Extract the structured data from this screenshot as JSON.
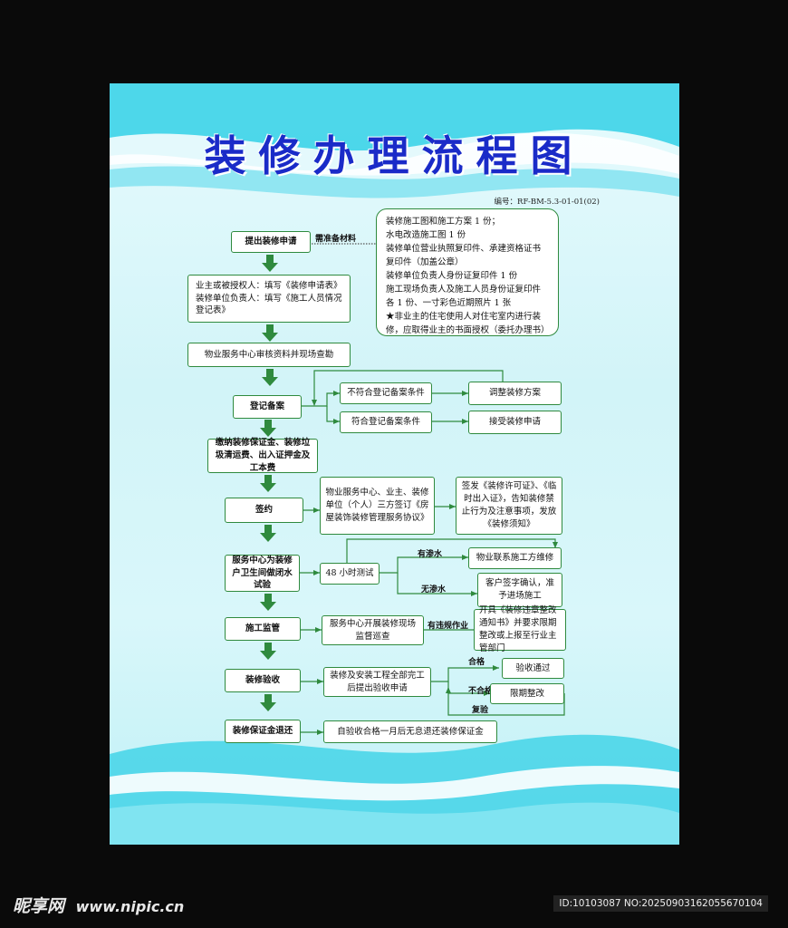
{
  "poster": {
    "title": "装修办理流程图",
    "code": "编号：RF-BM-5.3-01-01(02)"
  },
  "steps": [
    {
      "label": "提出装修申请"
    },
    {
      "label": "业主或被授权人：填写《装修申请表》 装修单位负责人：填写《施工人员情况登记表》"
    },
    {
      "label": "物业服务中心审核资料并现场查勘"
    },
    {
      "label": "登记备案"
    },
    {
      "label": "缴纳装修保证金、装修垃圾清运费、出入证押金及工本费"
    },
    {
      "label": "签约"
    },
    {
      "label": "服务中心为装修户卫生间做闭水试验"
    },
    {
      "label": "施工监管"
    },
    {
      "label": "装修验收"
    },
    {
      "label": "装修保证金退还"
    }
  ],
  "materials": {
    "label": "需准备材料",
    "lines": [
      "装修施工图和施工方案 1 份；",
      "水电改造施工图 1 份",
      "装修单位营业执照复印件、承建资格证书复印件（加盖公章）",
      "装修单位负责人身份证复印件 1 份",
      "施工现场负责人及施工人员身份证复印件各 1 份、一寸彩色近期照片 1 张",
      "★非业主的住宅使用人对住宅室内进行装修，应取得业主的书面授权（委托办理书）"
    ]
  },
  "registration": {
    "fail": "不符合登记备案条件",
    "fail_action": "调整装修方案",
    "pass": "符合登记备案条件",
    "pass_action": "接受装修申请"
  },
  "contract": {
    "parties": "物业服务中心、业主、装修单位（个人）三方签订《房屋装饰装修管理服务协议》",
    "issue": "签发《装修许可证》、《临时出入证》，告知装修禁止行为及注意事项，发放《装修须知》"
  },
  "water_test": {
    "test": "48 小时测试",
    "leak_label": "有渗水",
    "leak_action": "物业联系施工方维修",
    "noleak_label": "无渗水",
    "noleak_action": "客户签字确认，准予进场施工"
  },
  "supervision": {
    "patrol": "服务中心开展装修现场监督巡查",
    "violation_label": "有违规作业",
    "violation_action": "开具《装修违章整改通知书》并要求限期整改或上报至行业主管部门"
  },
  "acceptance": {
    "apply": "装修及安装工程全部完工后提出验收申请",
    "pass_label": "合格",
    "pass_action": "验收通过",
    "fail_label": "不合格",
    "fail_action": "限期整改",
    "recheck_label": "复验"
  },
  "refund": {
    "text": "自验收合格一月后无息退还装修保证金"
  },
  "colors": {
    "title": "#1a2bc8",
    "box_border": "#2f8a3e",
    "arrow": "#2f8a3e",
    "background": "#d2f4f8"
  },
  "watermark": {
    "brand": "昵享网",
    "site": "www.nipic.cn",
    "image_id": "ID:10103087 NO:20250903162055670104"
  }
}
